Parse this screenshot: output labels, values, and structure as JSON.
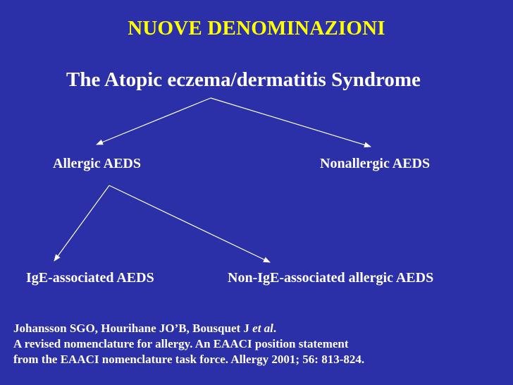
{
  "title": "NUOVE DENOMINAZIONI",
  "subtitle": "The Atopic eczema/dermatitis Syndrome",
  "nodes": {
    "allergic": "Allergic AEDS",
    "nonallergic": "Nonallergic AEDS",
    "ige": "IgE-associated AEDS",
    "nonige": "Non-IgE-associated allergic AEDS"
  },
  "citation": {
    "line1_authors": "Johansson SGO, Hourihane JO’B, Bousquet J ",
    "line1_etal": "et al",
    "line1_end": ".",
    "line2": "A revised nomenclature for allergy. An EAACI position statement",
    "line3": "from the EAACI nomenclature task force. Allergy 2001; 56: 813-824."
  },
  "colors": {
    "background": "#2b2fa8",
    "title": "#ffff00",
    "text": "#ffffff"
  }
}
